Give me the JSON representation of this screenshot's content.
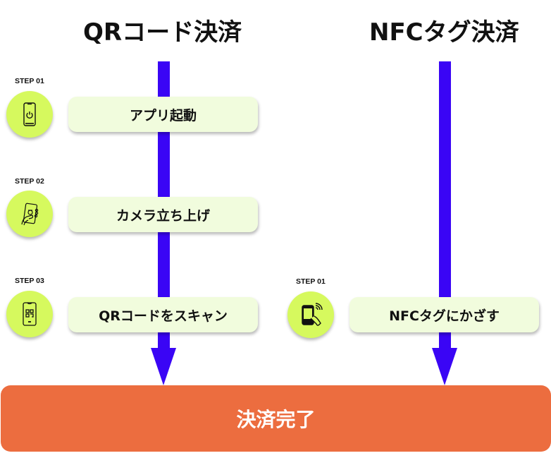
{
  "columns": {
    "qr": {
      "title": "QRコード決済",
      "steps": [
        {
          "label": "STEP 01",
          "text": "アプリ起動",
          "icon": "phone-power-icon"
        },
        {
          "label": "STEP 02",
          "text": "カメラ立ち上げ",
          "icon": "hand-phone-camera-icon"
        },
        {
          "label": "STEP 03",
          "text": "QRコードをスキャン",
          "icon": "phone-qr-code-icon"
        }
      ]
    },
    "nfc": {
      "title": "NFCタグ決済",
      "steps": [
        {
          "label": "STEP 01",
          "text": "NFCタグにかざす",
          "icon": "phone-nfc-tap-icon"
        }
      ]
    }
  },
  "result": {
    "text": "決済完了"
  },
  "colors": {
    "arrow": "#3a05f5",
    "icon_circle": "#d6f95e",
    "step_box": "#f1fcdd",
    "result_box": "#ec6d3f"
  }
}
